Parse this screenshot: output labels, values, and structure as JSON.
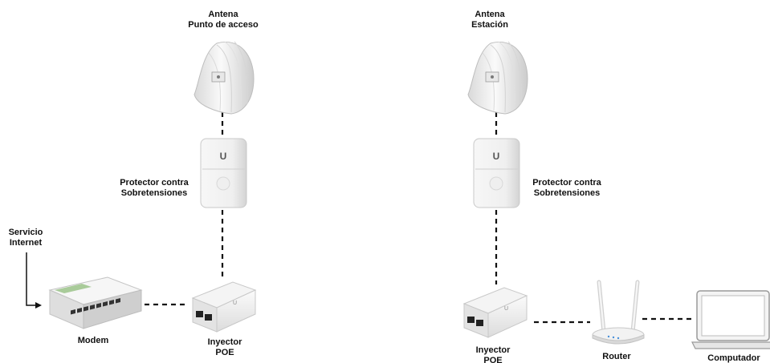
{
  "labels": {
    "ap_antenna": [
      "Antena",
      "Punto de acceso"
    ],
    "st_antenna": [
      "Antena",
      "Estación"
    ],
    "surge_left": [
      "Protector contra",
      "Sobretensiones"
    ],
    "surge_right": [
      "Protector contra",
      "Sobretensiones"
    ],
    "internet": [
      "Servicio",
      "Internet"
    ],
    "modem": "Modem",
    "poe_left": [
      "Inyector",
      "POE"
    ],
    "poe_right": [
      "Inyector",
      "POE"
    ],
    "router": "Router",
    "computer": "Computador"
  },
  "colors": {
    "line": "#111111",
    "device_light": "#f2f2f2",
    "device_shade": "#cfcfcf",
    "port": "#222222"
  },
  "icons": [
    "antenna-icon",
    "surge-protector-icon",
    "modem-switch-icon",
    "poe-injector-icon",
    "router-icon",
    "laptop-icon"
  ]
}
